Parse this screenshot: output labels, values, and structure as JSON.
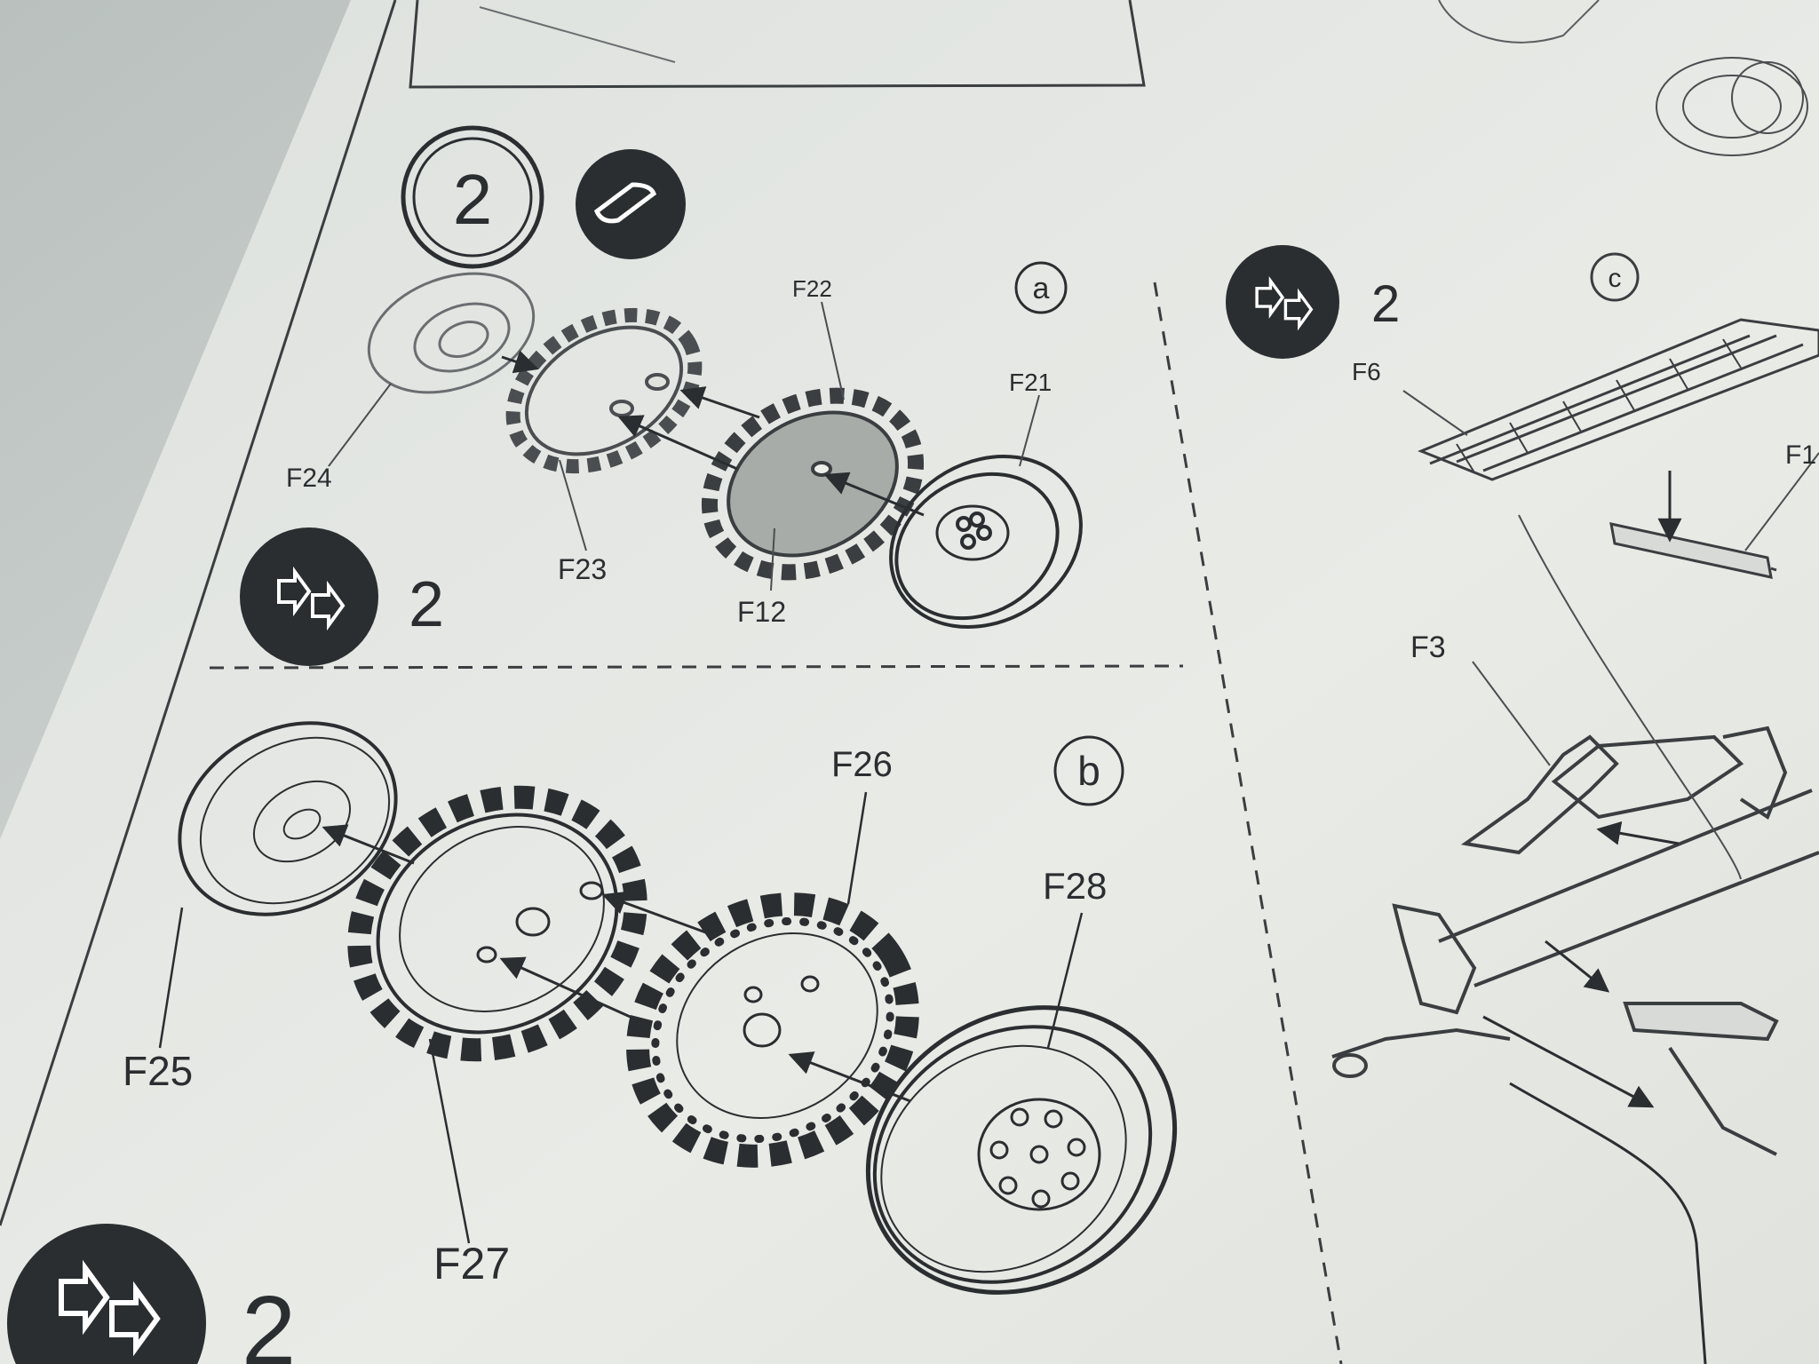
{
  "step": {
    "number": "2",
    "repeat_count": "2"
  },
  "section_a": {
    "letter": "a",
    "parts": [
      "F24",
      "F23",
      "F22",
      "F12",
      "F21"
    ],
    "repeat_count": "2"
  },
  "section_b": {
    "letter": "b",
    "parts": [
      "F25",
      "F27",
      "F26",
      "F28"
    ],
    "repeat_count": "2"
  },
  "section_c": {
    "letter": "c",
    "repeat_count": "2",
    "parts": [
      "F6",
      "F1",
      "F3"
    ]
  },
  "colors": {
    "paper": "#eceeea",
    "ink": "#2a2e30",
    "tabletop": "#c9cfcd"
  },
  "icons": [
    "repeat-arrows-icon",
    "cement-tube-icon"
  ]
}
